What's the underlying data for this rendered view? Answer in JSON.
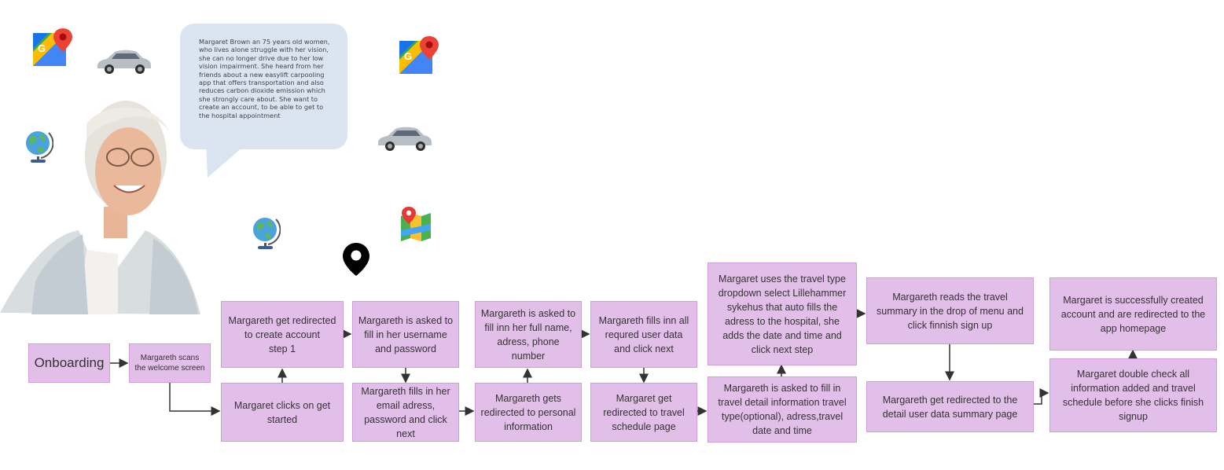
{
  "persona": {
    "story": "Margaret Brown an 75 years old women, who lives alone struggle with her vision, she can no longer drive due to her low vision impairment. She heard from her friends about a new easylift carpooling app that offers transportation and also reduces carbon dioxide emission which she strongly care about. She want to create an account, to be able to get to the hospital appointment"
  },
  "icons": [
    "google-maps-icon",
    "car-icon",
    "globe-icon",
    "location-pin-icon",
    "map-icon",
    "persona-photo"
  ],
  "colors": {
    "node_fill": "#e2bfe8",
    "node_border": "#cf9ed9",
    "bubble": "#dbe4f1",
    "edge": "#333333"
  },
  "nodes": {
    "onboarding": "Onboarding",
    "n1": "Margareth scans the welcome screen",
    "n2": "Margaret clicks on get started",
    "n3": "Margareth get redirected to create account\nstep 1",
    "n4": "Margareth is asked to fill in her username and password",
    "n5": "Margareth fills in her email adress, password and click next",
    "n6": "Margareth gets redirected to personal information",
    "n7": "Margareth is asked to fill inn her full name, adress, phone number",
    "n8": "Margareth fills inn all requred user data and click next",
    "n9": "Margaret get redirected to travel schedule page",
    "n10": "Margareth is asked to fill in travel detail information travel type(optional), adress,travel date and time",
    "n11": "Margaret uses the travel type dropdown select Lillehammer sykehus that auto fills the adress to the hospital, she adds the date and time and click next step",
    "n12": "Margareth reads the travel summary in the drop of menu and click finnish sign up",
    "n13": "Margareth get redirected to the detail user data summary page",
    "n14": "Margaret double check all information added and travel schedule before she clicks finish signup",
    "n15": "Margaret is successfully created account and are redirected to the app homepage"
  }
}
